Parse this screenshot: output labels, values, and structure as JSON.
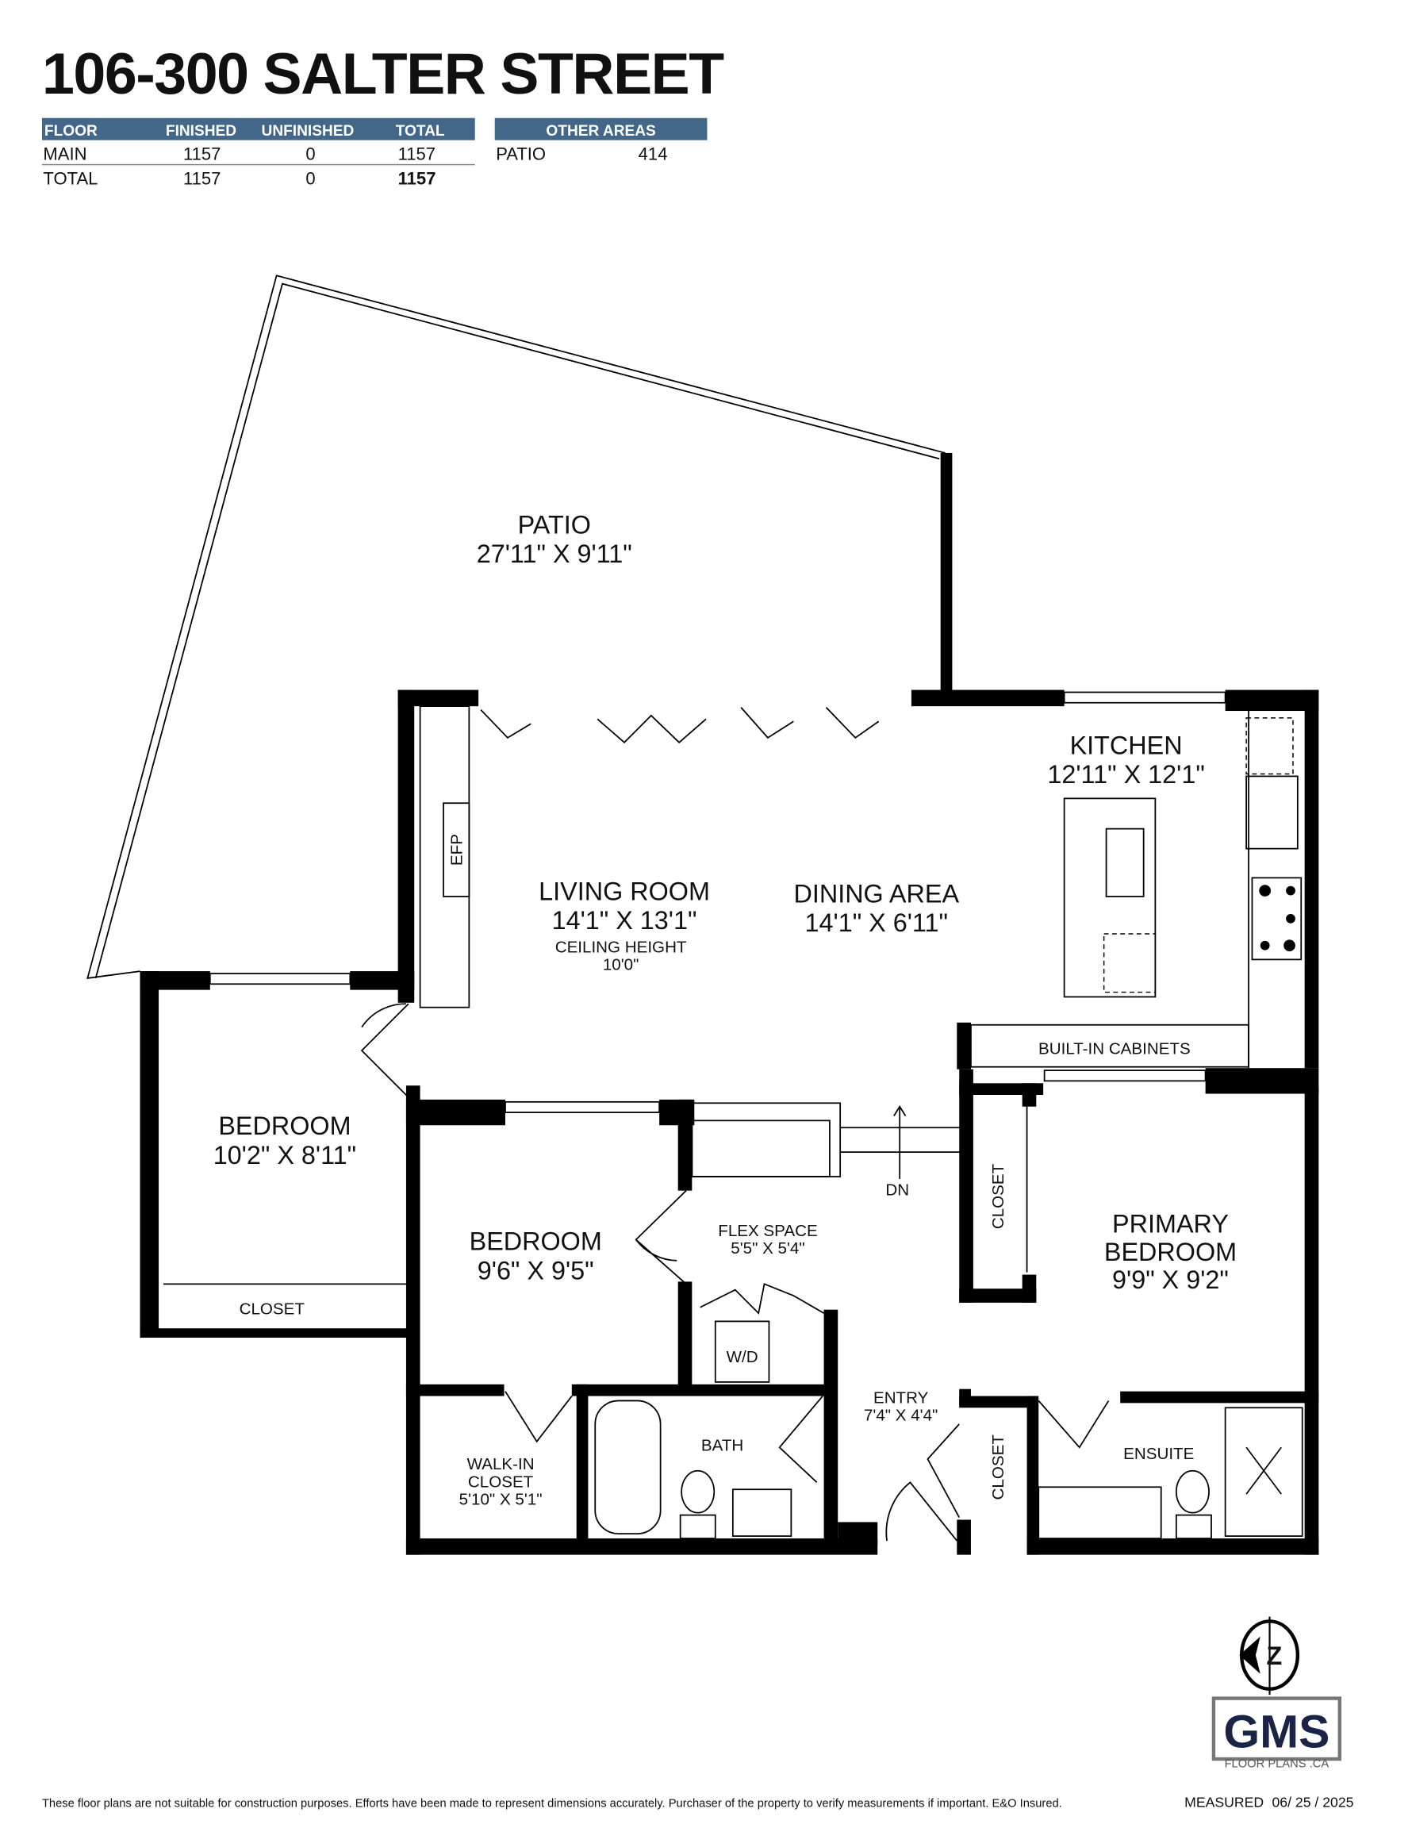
{
  "title": "106-300 SALTER STREET",
  "colors": {
    "header_bg": "#436789",
    "wall": "#000000",
    "logo": "#1b2447"
  },
  "floor_table": {
    "headers": [
      "FLOOR",
      "FINISHED",
      "UNFINISHED",
      "TOTAL"
    ],
    "rows": [
      [
        "MAIN",
        "1157",
        "0",
        "1157"
      ],
      [
        "TOTAL",
        "1157",
        "0",
        "1157"
      ]
    ]
  },
  "other_areas": {
    "header": "OTHER AREAS",
    "rows": [
      [
        "PATIO",
        "414"
      ]
    ]
  },
  "rooms": {
    "patio": {
      "name": "PATIO",
      "dim": "27'11\" X 9'11\""
    },
    "living": {
      "name": "LIVING ROOM",
      "dim": "14'1\" X 13'1\"",
      "note": "CEILING HEIGHT",
      "note_value": "10'0\""
    },
    "dining": {
      "name": "DINING AREA",
      "dim": "14'1\" X 6'11\""
    },
    "kitchen": {
      "name": "KITCHEN",
      "dim": "12'11\" X 12'1\""
    },
    "builtin": {
      "name": "BUILT-IN CABINETS"
    },
    "efp": {
      "name": "EFP"
    },
    "bedroom1": {
      "name": "BEDROOM",
      "dim": "10'2\" X 8'11\""
    },
    "closet1": {
      "name": "CLOSET"
    },
    "bedroom2": {
      "name": "BEDROOM",
      "dim": "9'6\" X 9'5\""
    },
    "flex": {
      "name": "FLEX SPACE",
      "dim": "5'5\" X 5'4\""
    },
    "wd": {
      "name": "W/D"
    },
    "dn": {
      "name": "DN"
    },
    "closet2": {
      "name": "CLOSET"
    },
    "primary": {
      "name1": "PRIMARY",
      "name2": "BEDROOM",
      "dim": "9'9\" X 9'2\""
    },
    "walkin": {
      "name1": "WALK-IN",
      "name2": "CLOSET",
      "dim": "5'10\" X 5'1\""
    },
    "bath": {
      "name": "BATH"
    },
    "entry": {
      "name": "ENTRY",
      "dim": "7'4\" X 4'4\""
    },
    "closet3": {
      "name": "CLOSET"
    },
    "ensuite": {
      "name": "ENSUITE"
    }
  },
  "logo": {
    "name": "GMS",
    "sub": "FLOOR PLANS .CA",
    "compass": "N"
  },
  "footer": {
    "disclaimer": "These floor plans are not suitable for construction purposes. Efforts have been made to represent dimensions accurately.  Purchaser of the property to verify measurements if important.  E&O Insured.",
    "measured_label": "MEASURED",
    "measured_date": "06/ 25 / 2025"
  }
}
